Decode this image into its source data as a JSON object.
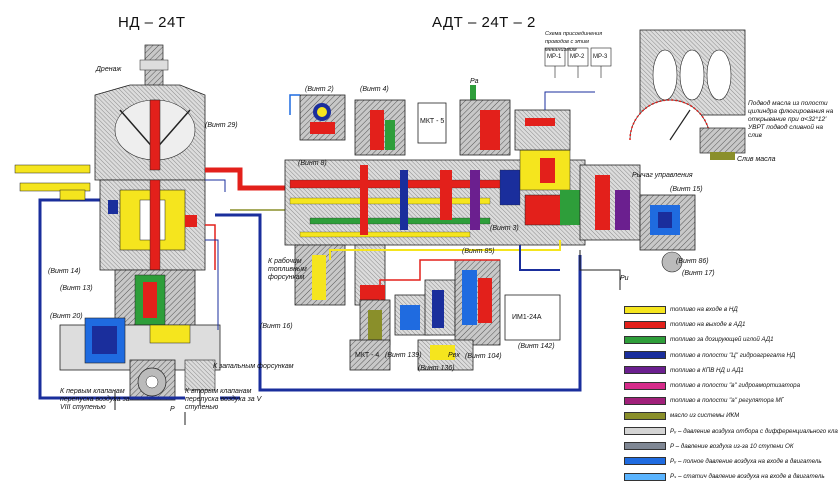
{
  "titles": {
    "left": "НД – 24Т",
    "right": "АДТ – 24Т – 2"
  },
  "labels": {
    "drain": "Дренаж",
    "vint29": "(Винт 29)",
    "vint2": "(Винт 2)",
    "vint4": "(Винт 4)",
    "vint8": "(Винт 8)",
    "vint3": "(Винт 3)",
    "vint15": "(Винт 15)",
    "vint14": "(Винт 14)",
    "vint13": "(Винт 13)",
    "vint20": "(Винт 20)",
    "vint16": "(Винт 16)",
    "vint85": "(Винт 85)",
    "vint86": "(Винт 86)",
    "vint17": "(Винт 17)",
    "vint104": "(Винт 104)",
    "vint142": "(Винт 142)",
    "vint136": "(Винт 136)",
    "vint139": "(Винт 139)",
    "mkt5": "МКТ - 5",
    "mkt4": "МКТ - 4",
    "im124a": "ИМ1-24А",
    "k_rab": "К рабочим топливным форсункам",
    "k_perv": "К первым клапанам перепуска воздуха за VIII ступенью",
    "k_vtor": "К вторым клапанам перепуска воздуха за V ступенью",
    "k_zap": "К запальным форсункам",
    "lever": "Рычаг управления",
    "sliv": "Слив масла",
    "p_vx": "Pвх",
    "p_small": "P",
    "note_right": "Подвод масла из полости цилиндра флюгирования на открывание при α<32°12′ УВРТ подвод сливной на слив",
    "scheme_hdr": "Схема присоединения проводов с этим меканизмом",
    "mp": [
      "МР-1",
      "МР-2",
      "МР-3"
    ],
    "p_in": "Ра",
    "p_out": "Ри"
  },
  "legend": [
    {
      "text": "топливо на входе в НД",
      "color": "#f5e51e"
    },
    {
      "text": "топливо на выходе в АД1",
      "color": "#e3201b"
    },
    {
      "text": "топливо за дозирующей иглой АД1",
      "color": "#2e9e3a"
    },
    {
      "text": "топливо в полости \"Ц\" гидроагрегата НД",
      "color": "#1a2e9c"
    },
    {
      "text": "топливо в КПВ НД и АД1",
      "color": "#6b1f8f"
    },
    {
      "text": "топливо в полости \"в\" гидроамортизатора",
      "color": "#d62b8a"
    },
    {
      "text": "топливо в полости \"а\" регулятора МГ",
      "color": "#a0207a"
    },
    {
      "text": "масло из системы ИКМ",
      "color": "#8a8f2a"
    },
    {
      "text": "Pᵥ – давление воздуха отбора с дифференциального клапана",
      "color": "#d4d4d4"
    },
    {
      "text": "P – давление воздуха из-за 10 ступени ОК",
      "color": "#7f8794"
    },
    {
      "text": "Pᵥ – полное давление воздуха на входе в двигатель",
      "color": "#1f6be0"
    },
    {
      "text": "Pₛ – статич давление воздуха на входе в двигатель",
      "color": "#5ab4ff"
    }
  ],
  "colors": {
    "fuel_in": "#f5e51e",
    "fuel_high": "#e3201b",
    "fuel_dosed": "#2e9e3a",
    "cavity_c": "#1a2e9c",
    "oil": "#8a8f2a",
    "air_p": "#7f8794",
    "air_total": "#1f6be0"
  }
}
